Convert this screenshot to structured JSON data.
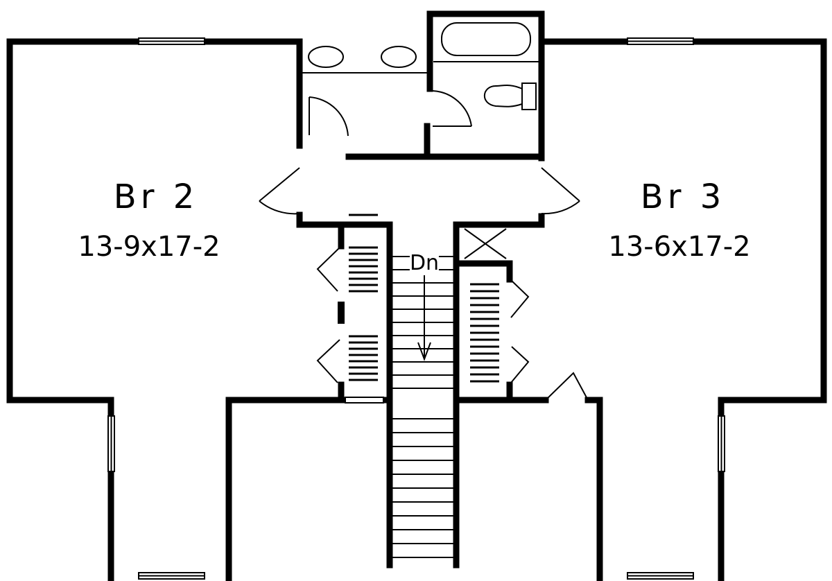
{
  "rooms": [
    {
      "name": "Br 2",
      "dimensions": "13-9x17-2"
    },
    {
      "name": "Br 3",
      "dimensions": "13-6x17-2"
    }
  ],
  "stairs": {
    "label": "Dn"
  },
  "colors": {
    "wall": "#000000",
    "background": "#ffffff"
  }
}
